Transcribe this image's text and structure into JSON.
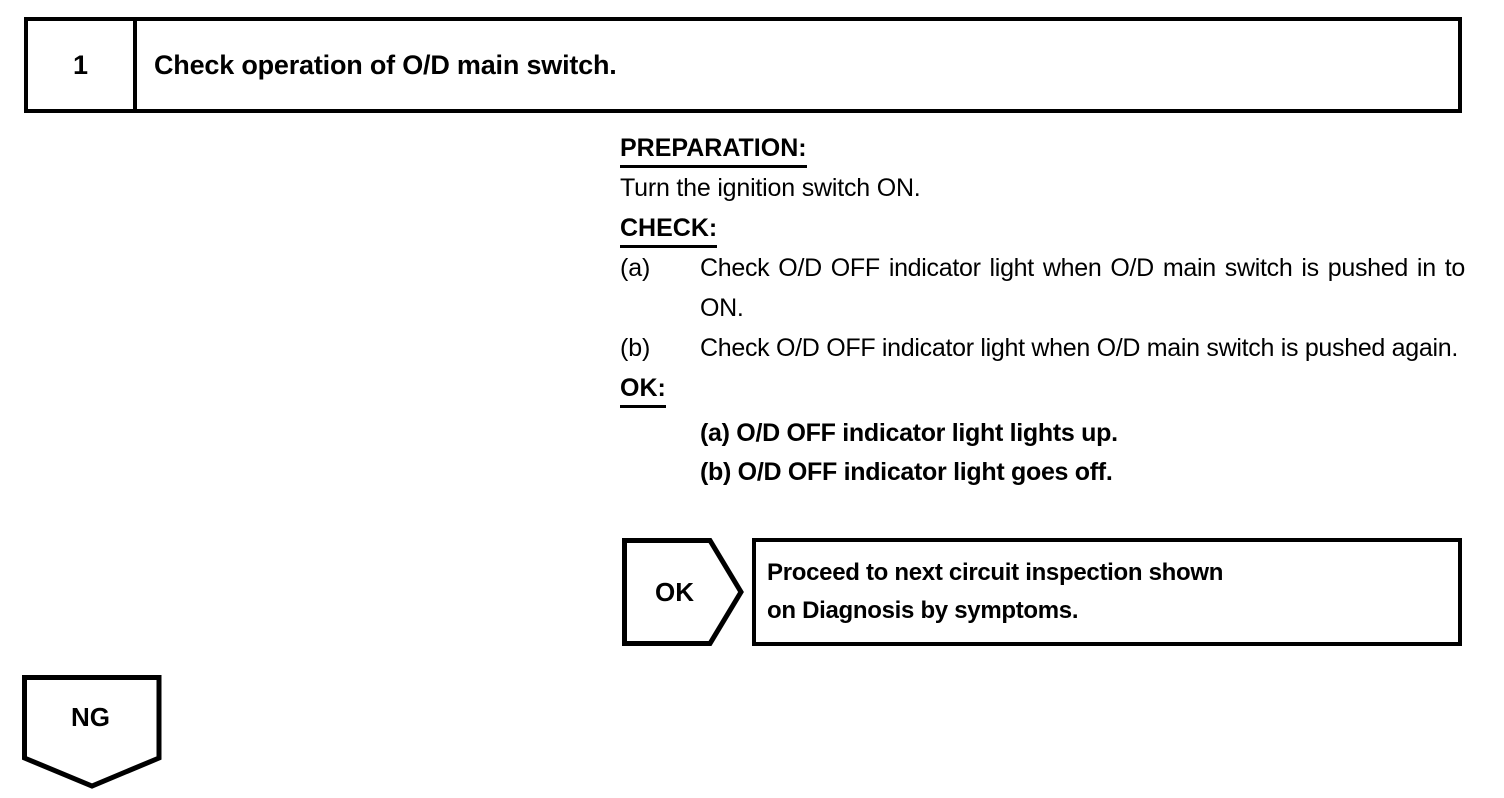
{
  "step": {
    "number": "1",
    "title": "Check operation of O/D main switch."
  },
  "instructions": {
    "preparation_heading": "PREPARATION:",
    "preparation_text": "Turn the ignition switch ON.",
    "check_heading": "CHECK:",
    "check_items": [
      {
        "marker": "(a)",
        "text": "Check O/D OFF indicator light when O/D main switch is pushed in to ON."
      },
      {
        "marker": "(b)",
        "text": "Check O/D OFF indicator light when O/D main switch is pushed again."
      }
    ],
    "ok_heading": "OK:",
    "ok_items": [
      "(a) O/D OFF indicator light lights up.",
      "(b) O/D OFF indicator light goes off."
    ]
  },
  "result_ok": {
    "label": "OK",
    "action_line_1": "Proceed to next circuit inspection shown",
    "action_line_2": "on Diagnosis by symptoms."
  },
  "result_ng": {
    "label": "NG"
  },
  "colors": {
    "ink": "#000000",
    "paper": "#ffffff"
  }
}
